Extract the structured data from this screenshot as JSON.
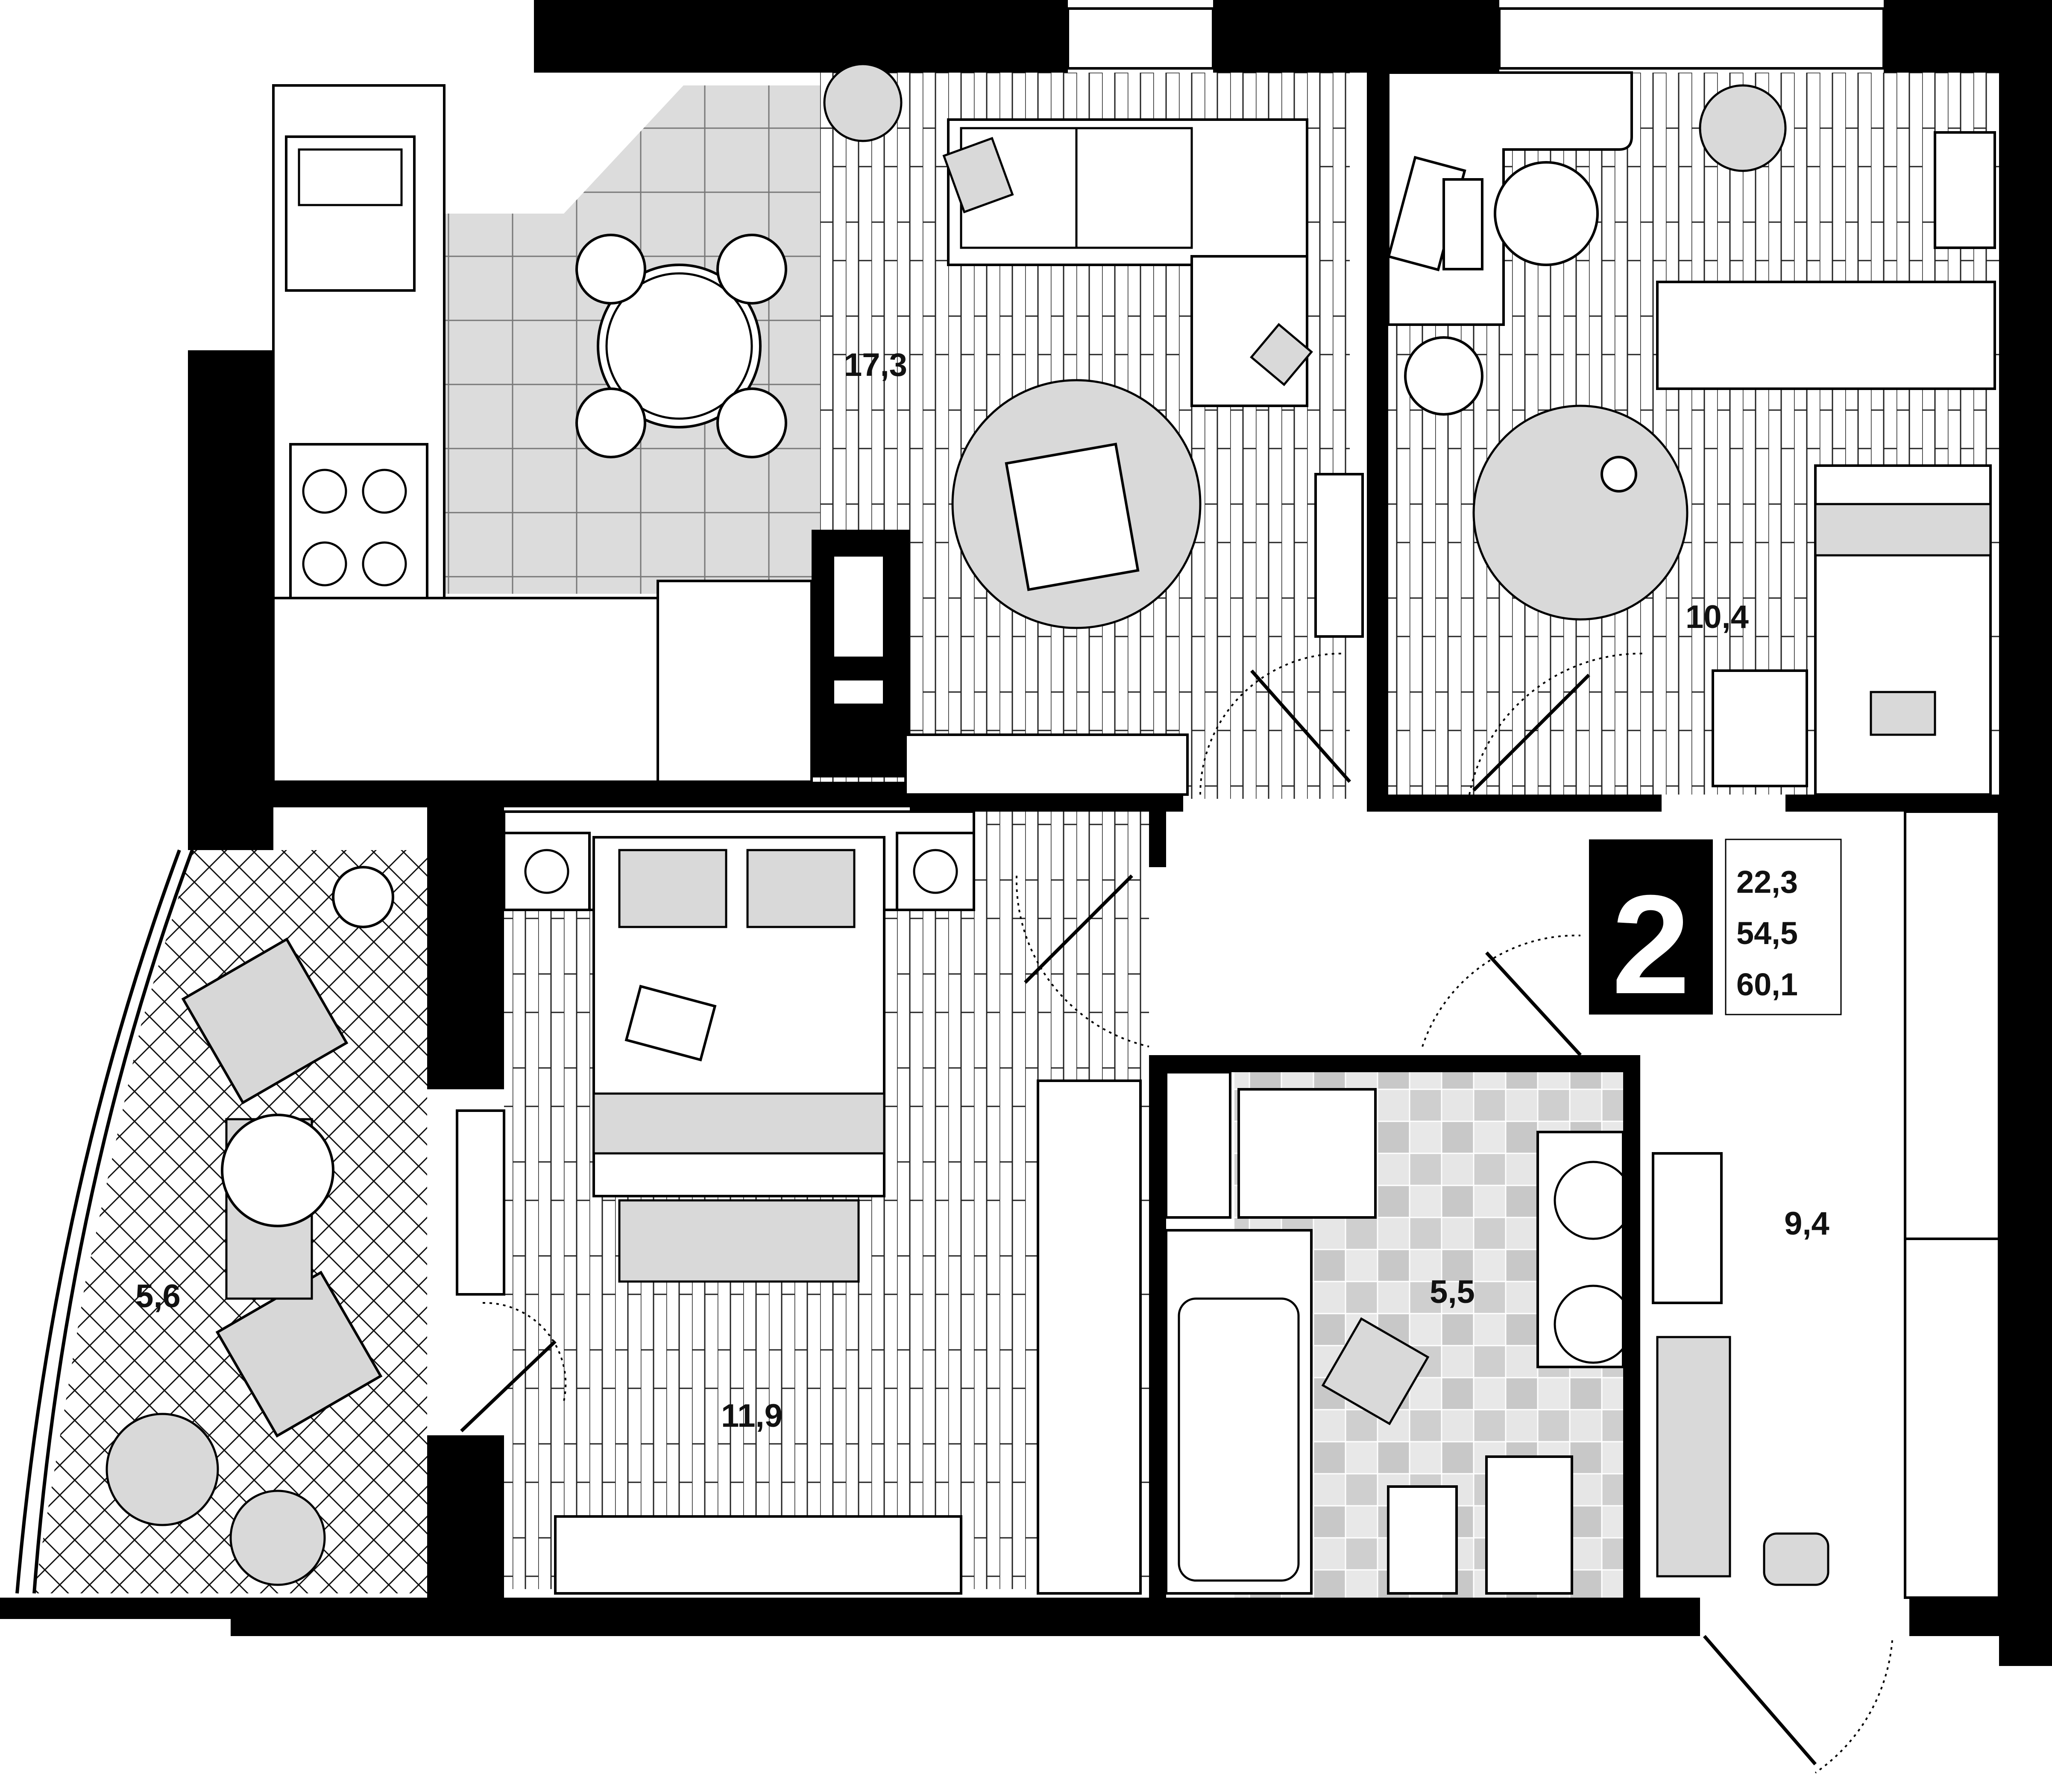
{
  "plan": {
    "room_count": "2",
    "summary_areas": [
      "22,3",
      "54,5",
      "60,1"
    ],
    "rooms": [
      {
        "id": "living-kitchen",
        "area": "17,3"
      },
      {
        "id": "bedroom-small",
        "area": "10,4"
      },
      {
        "id": "balcony",
        "area": "5,6"
      },
      {
        "id": "bedroom-main",
        "area": "11,9"
      },
      {
        "id": "bathroom",
        "area": "5,5"
      },
      {
        "id": "hallway",
        "area": "9,4"
      }
    ],
    "colors": {
      "wall": "#000000",
      "floor_tile": "#d9d9d9",
      "background": "#ffffff"
    }
  }
}
